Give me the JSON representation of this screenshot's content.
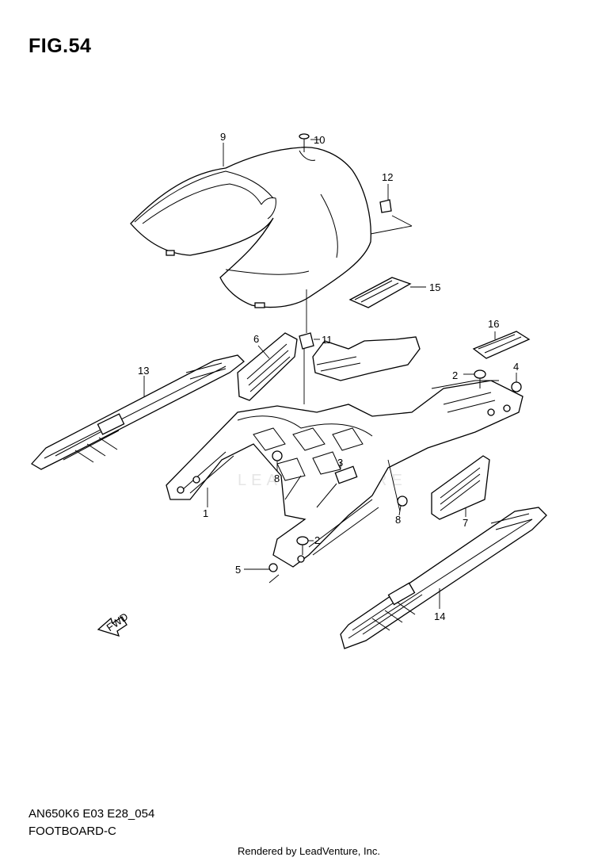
{
  "figure_title": "FIG.54",
  "model_code": "AN650K6 E03 E28_054",
  "diagram_name": "FOOTBOARD-C",
  "credit": "Rendered by LeadVenture, Inc.",
  "watermark": "LEADVENTURE",
  "fwd_label": "FWD",
  "callouts": {
    "c1": "1",
    "c2a": "2",
    "c2b": "2",
    "c3": "3",
    "c4": "4",
    "c5": "5",
    "c6": "6",
    "c7": "7",
    "c8a": "8",
    "c8b": "8",
    "c9": "9",
    "c10": "10",
    "c11": "11",
    "c12": "12",
    "c13": "13",
    "c14": "14",
    "c15": "15",
    "c16": "16"
  }
}
